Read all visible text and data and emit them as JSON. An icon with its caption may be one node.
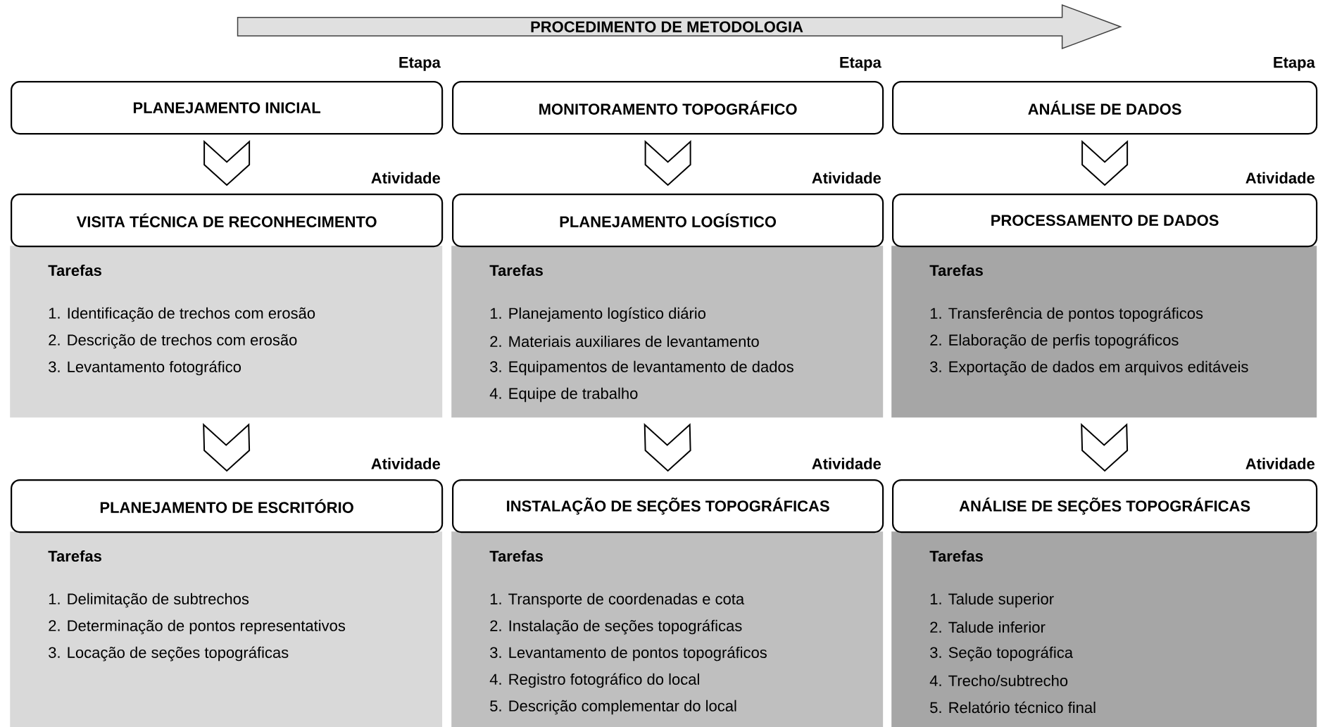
{
  "diagram": {
    "nodes": [
      {
        "text": [
          "PROCEDIMENTO DE METODOLOGIA"
        ]
      },
      {
        "text": [
          "PLANEJAMENTO INICIAL"
        ],
        "beside": [
          "Etapa"
        ]
      },
      {
        "text": [
          "MONITORAMENTO TOPOGRÁFICO"
        ],
        "beside": [
          "Etapa"
        ]
      },
      {
        "text": [
          "ANÁLISE DE DADOS"
        ],
        "beside": [
          "Etapa"
        ]
      },
      {
        "text": [
          "VISITA TÉCNICA DE RECONHECIMENTO"
        ],
        "beside": [
          "Atividade"
        ]
      },
      {
        "text": [
          "PLANEJAMENTO LOGÍSTICO"
        ],
        "beside": [
          "Atividade"
        ]
      },
      {
        "text": [
          "PROCESSAMENTO DE DADOS"
        ],
        "beside": [
          "Atividade"
        ]
      },
      {
        "text": [
          "Tarefas",
          "1. Identificação de trechos com erosão",
          "2. Descrição de trechos com erosão",
          "3. Levantamento fotográfico"
        ]
      },
      {
        "text": [
          "Tarefas",
          "1. Planejamento logístico diário",
          "2. Materiais auxiliares de levantamento",
          "3. Equipamentos de levantamento de dados",
          "4. Equipe de trabalho"
        ]
      },
      {
        "text": [
          "Tarefas",
          "1. Transferência de pontos topográficos",
          "2. Elaboração de perfis topográficos",
          "3. Exportação de dados em arquivos editáveis"
        ]
      },
      {
        "text": [
          "PLANEJAMENTO DE ESCRITÓRIO"
        ],
        "beside": [
          "Atividade"
        ]
      },
      {
        "text": [
          "INSTALAÇÃO DE SEÇÕES TOPOGRÁFICAS"
        ],
        "beside": [
          "Atividade"
        ]
      },
      {
        "text": [
          "ANÁLISE DE SEÇÕES TOPOGRÁFICAS"
        ],
        "beside": [
          "Atividade"
        ]
      },
      {
        "text": [
          "Tarefas",
          "1. Delimitação de subtrechos",
          "2. Determinação de pontos representativos",
          "3. Locação de seções topográficas"
        ]
      },
      {
        "text": [
          "Tarefas",
          "1. Transporte de coordenadas e cota",
          "2. Instalação de seções topográficas",
          "3. Levantamento de pontos topográficos",
          "4. Registro fotográfico do local",
          "5. Descrição complementar do local"
        ]
      },
      {
        "text": [
          "Tarefas",
          "1. Talude superior",
          "2. Talude inferior",
          "3. Seção topográfica",
          "4. Trecho/subtrecho",
          "5. Relatório técnico final"
        ]
      }
    ],
    "edges": [
      {
        "from": 1,
        "to": 4,
        "arrow": "to"
      },
      {
        "from": 2,
        "to": 5,
        "arrow": "to"
      },
      {
        "from": 3,
        "to": 6,
        "arrow": "to"
      },
      {
        "from": 7,
        "to": 10,
        "arrow": "to"
      },
      {
        "from": 8,
        "to": 11,
        "arrow": "to"
      },
      {
        "from": 9,
        "to": 12,
        "arrow": "to"
      }
    ]
  }
}
